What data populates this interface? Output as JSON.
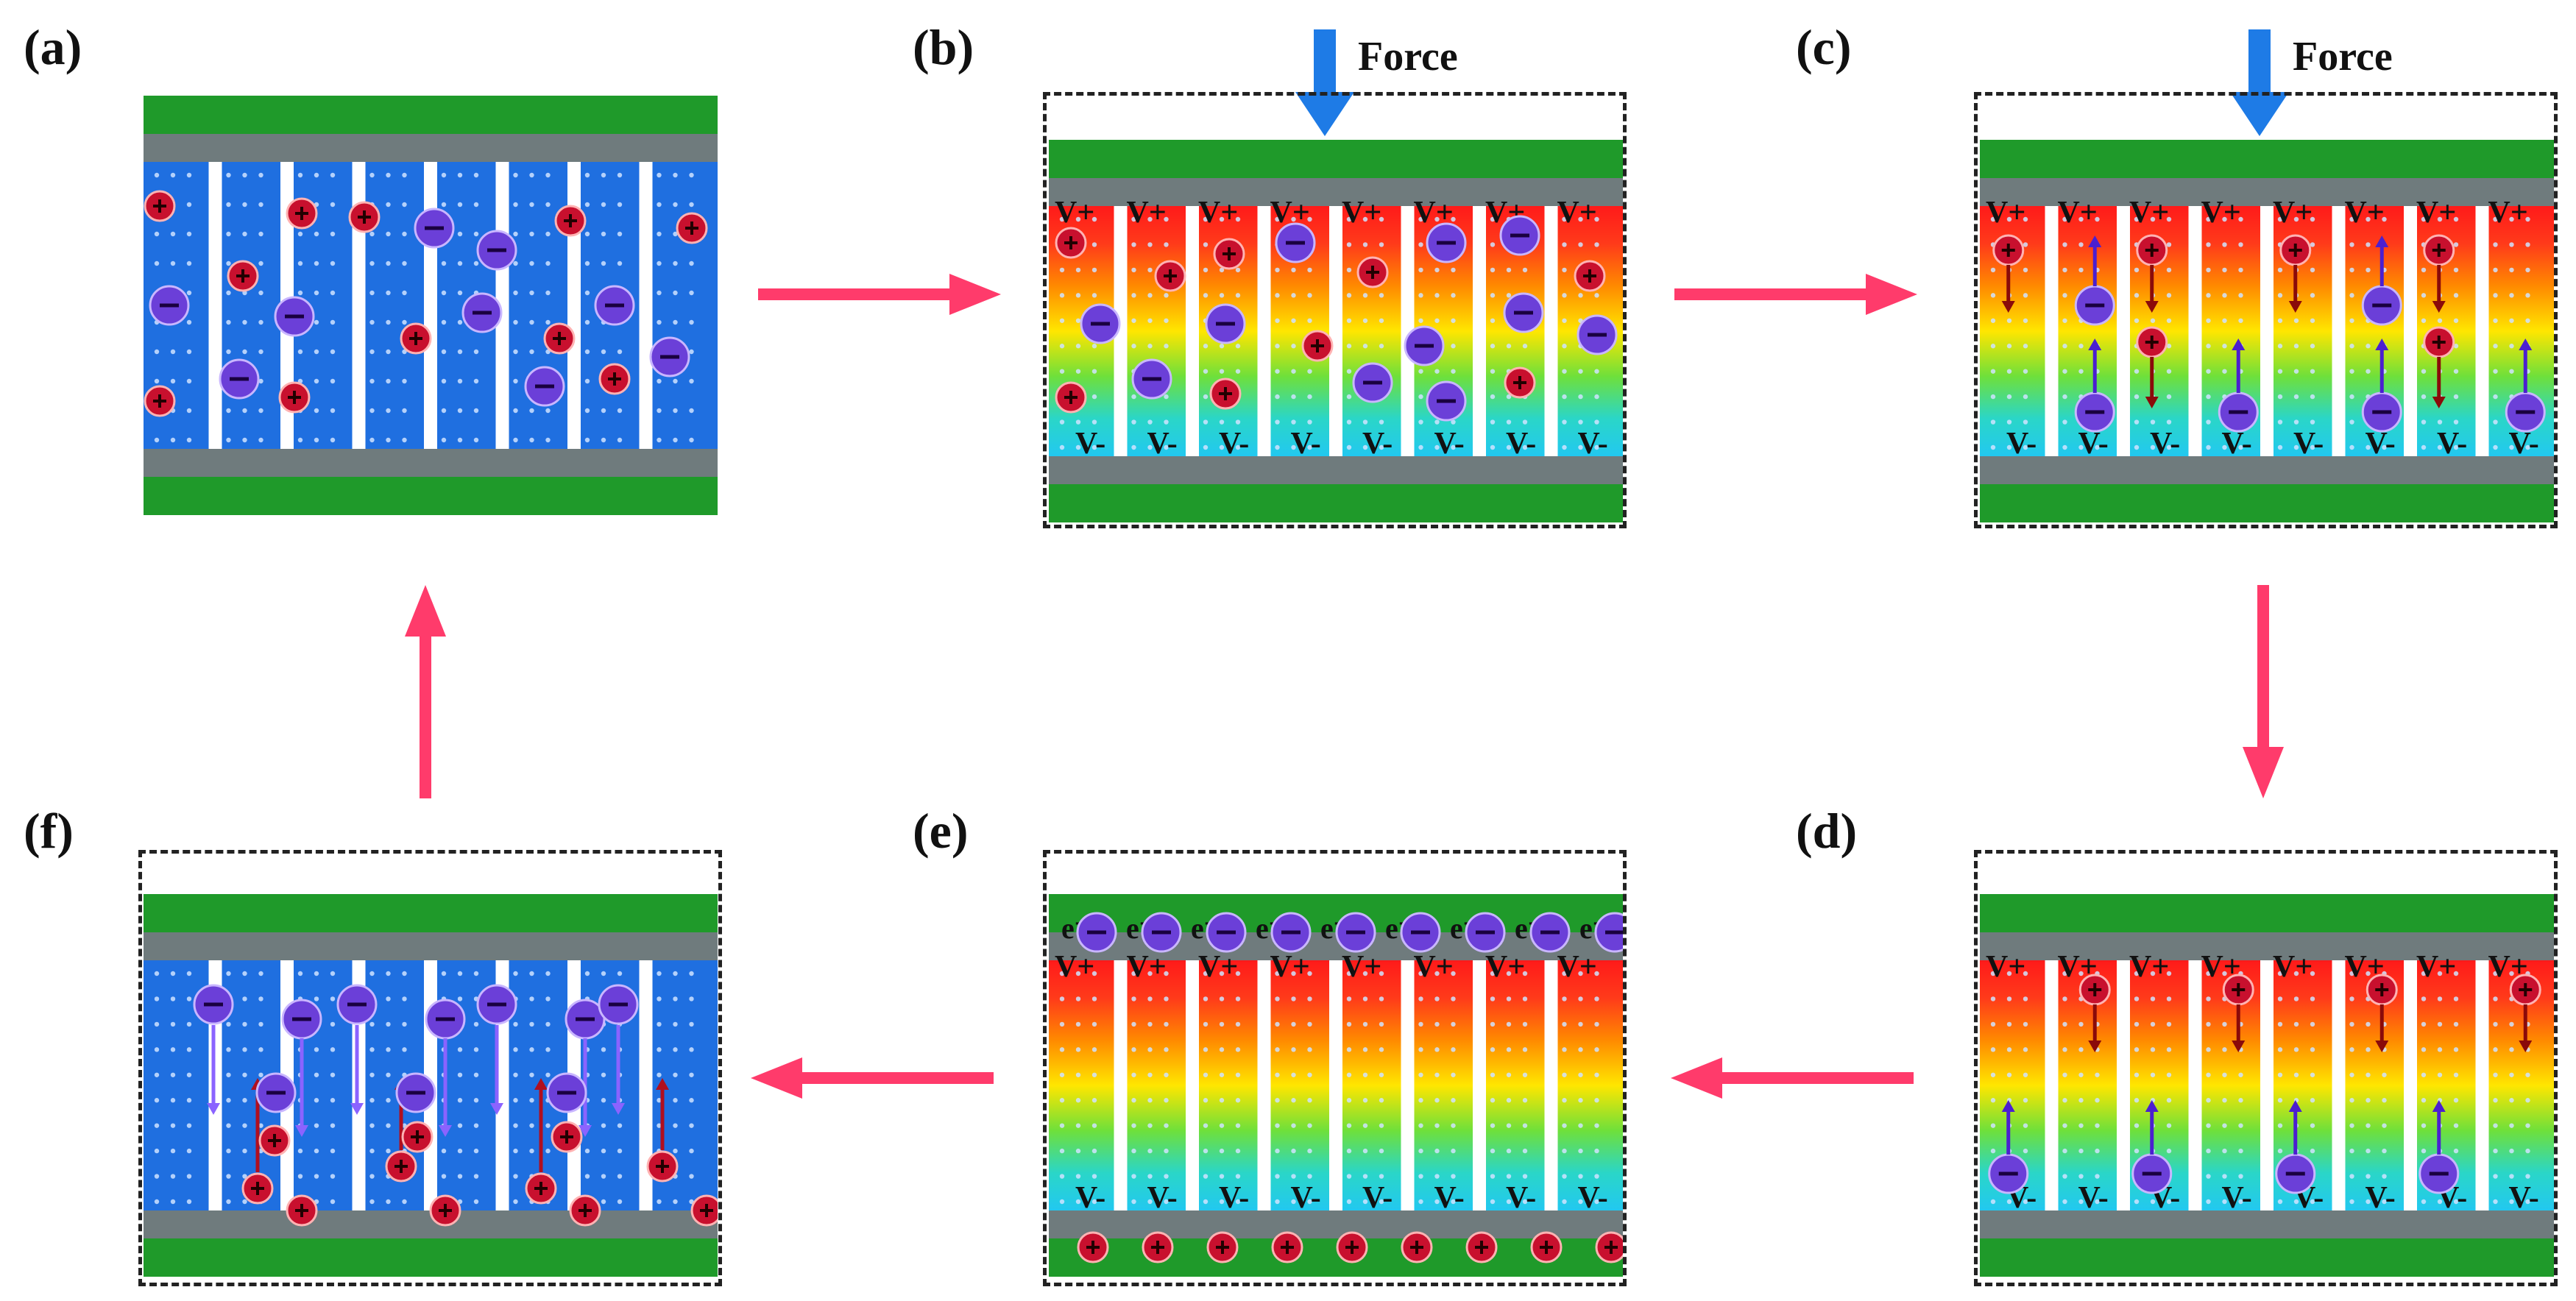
{
  "labels": {
    "a": "(a)",
    "b": "(b)",
    "c": "(c)",
    "d": "(d)",
    "e": "(e)",
    "f": "(f)"
  },
  "force_label": "Force",
  "top_marker": "V+",
  "bottom_marker": "V-",
  "electron_marker": "e⁻",
  "colors": {
    "electrode": "#1f9a2a",
    "plate": "#6f7b7d",
    "blue_bg": "#1f6fe0",
    "channel": "#ffffff",
    "dot": "#cfe3ff",
    "cation": "#c8102e",
    "anion": "#6b3fd8",
    "flow_arrow": "#ff3b6b",
    "force_arrow": "#1e7be6",
    "frame": "#222222"
  }
}
